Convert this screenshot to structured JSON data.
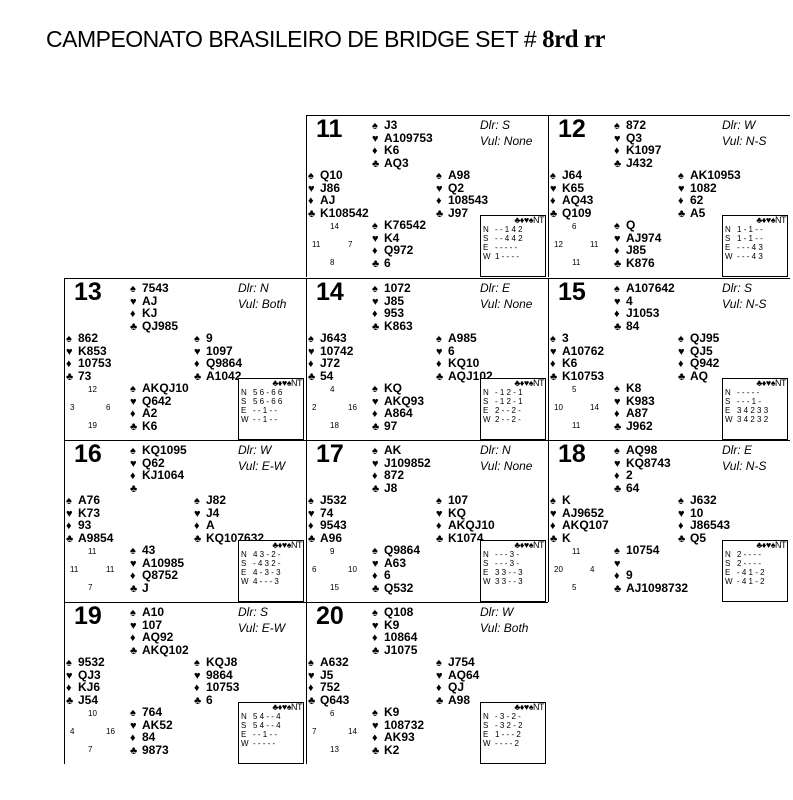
{
  "page": {
    "title": "CAMPEONATO BRASILEIRO DE BRIDGE SET # ",
    "title_tail": "8rd rr",
    "dd_header": "♣♦♥♠NT",
    "suit_icons": [
      "♠",
      "♥",
      "♦",
      "♣"
    ]
  },
  "boards": [
    {
      "number": "11",
      "dlr": "Dlr: S",
      "vul": "Vul: None",
      "north": [
        "J3",
        "A109753",
        "K6",
        "AQ3"
      ],
      "west": [
        "Q10",
        "J86",
        "AJ",
        "K108542"
      ],
      "east": [
        "A98",
        "Q2",
        "108543",
        "J97"
      ],
      "south": [
        "K76542",
        "K4",
        "Q972",
        "6"
      ],
      "hcp": {
        "n": "14",
        "w": "11",
        "e": "7",
        "s": "8"
      },
      "dd": [
        {
          "l": "N",
          "v": "- - 1 4 2"
        },
        {
          "l": "S",
          "v": "- - 4 4 2"
        },
        {
          "l": "E",
          "v": "- - - - -"
        },
        {
          "l": "W",
          "v": "1 - - - -"
        }
      ]
    },
    {
      "number": "12",
      "dlr": "Dlr: W",
      "vul": "Vul: N-S",
      "north": [
        "872",
        "Q3",
        "K1097",
        "J432"
      ],
      "west": [
        "J64",
        "K65",
        "AQ43",
        "Q109"
      ],
      "east": [
        "AK10953",
        "1082",
        "62",
        "A5"
      ],
      "south": [
        "Q",
        "AJ974",
        "J85",
        "K876"
      ],
      "hcp": {
        "n": "6",
        "w": "12",
        "e": "11",
        "s": "11"
      },
      "dd": [
        {
          "l": "N",
          "v": "1 - 1 - -"
        },
        {
          "l": "S",
          "v": "1 - 1 - -"
        },
        {
          "l": "E",
          "v": "- - - 4 3"
        },
        {
          "l": "W",
          "v": "- - - 4 3"
        }
      ]
    },
    {
      "number": "13",
      "dlr": "Dlr: N",
      "vul": "Vul: Both",
      "north": [
        "7543",
        "AJ",
        "KJ",
        "QJ985"
      ],
      "west": [
        "862",
        "K853",
        "10753",
        "73"
      ],
      "east": [
        "9",
        "1097",
        "Q9864",
        "A1042"
      ],
      "south": [
        "AKQJ10",
        "Q642",
        "A2",
        "K6"
      ],
      "hcp": {
        "n": "12",
        "w": "3",
        "e": "6",
        "s": "19"
      },
      "dd": [
        {
          "l": "N",
          "v": "5 6 - 6 6"
        },
        {
          "l": "S",
          "v": "5 6 - 6 6"
        },
        {
          "l": "E",
          "v": "- - 1 - -"
        },
        {
          "l": "W",
          "v": "- - 1 - -"
        }
      ]
    },
    {
      "number": "14",
      "dlr": "Dlr: E",
      "vul": "Vul: None",
      "north": [
        "1072",
        "J85",
        "953",
        "K863"
      ],
      "west": [
        "J643",
        "10742",
        "J72",
        "54"
      ],
      "east": [
        "A985",
        "6",
        "KQ10",
        "AQJ102"
      ],
      "south": [
        "KQ",
        "AKQ93",
        "A864",
        "97"
      ],
      "hcp": {
        "n": "4",
        "w": "2",
        "e": "16",
        "s": "18"
      },
      "dd": [
        {
          "l": "N",
          "v": "- 1 2 - 1"
        },
        {
          "l": "S",
          "v": "- 1 2 - 1"
        },
        {
          "l": "E",
          "v": "2 - - 2 -"
        },
        {
          "l": "W",
          "v": "2 - - 2 -"
        }
      ]
    },
    {
      "number": "15",
      "dlr": "Dlr: S",
      "vul": "Vul: N-S",
      "north": [
        "A107642",
        "4",
        "J1053",
        "84"
      ],
      "west": [
        "3",
        "A10762",
        "K6",
        "K10753"
      ],
      "east": [
        "QJ95",
        "QJ5",
        "Q942",
        "AQ"
      ],
      "south": [
        "K8",
        "K983",
        "A87",
        "J962"
      ],
      "hcp": {
        "n": "5",
        "w": "10",
        "e": "14",
        "s": "11"
      },
      "dd": [
        {
          "l": "N",
          "v": "- - - - -"
        },
        {
          "l": "S",
          "v": "- - - 1 -"
        },
        {
          "l": "E",
          "v": "3 4 2 3 3"
        },
        {
          "l": "W",
          "v": "3 4 2 3 2"
        }
      ]
    },
    {
      "number": "16",
      "dlr": "Dlr: W",
      "vul": "Vul: E-W",
      "north": [
        "KQ1095",
        "Q62",
        "KJ1064",
        ""
      ],
      "west": [
        "A76",
        "K73",
        "93",
        "A9854"
      ],
      "east": [
        "J82",
        "J4",
        "A",
        "KQ107632"
      ],
      "south": [
        "43",
        "A10985",
        "Q8752",
        "J"
      ],
      "hcp": {
        "n": "11",
        "w": "11",
        "e": "11",
        "s": "7"
      },
      "dd": [
        {
          "l": "N",
          "v": "4 3 - 2 -"
        },
        {
          "l": "S",
          "v": "- 4 3 2 -"
        },
        {
          "l": "E",
          "v": "4 - 3 - 3"
        },
        {
          "l": "W",
          "v": "4 - - - 3"
        }
      ]
    },
    {
      "number": "17",
      "dlr": "Dlr: N",
      "vul": "Vul: None",
      "north": [
        "AK",
        "J109852",
        "872",
        "J8"
      ],
      "west": [
        "J532",
        "74",
        "9543",
        "A96"
      ],
      "east": [
        "107",
        "KQ",
        "AKQJ10",
        "K1074"
      ],
      "south": [
        "Q9864",
        "A63",
        "6",
        "Q532"
      ],
      "hcp": {
        "n": "9",
        "w": "6",
        "e": "10",
        "s": "15"
      },
      "dd": [
        {
          "l": "N",
          "v": "- - - 3 -"
        },
        {
          "l": "S",
          "v": "- - - 3 -"
        },
        {
          "l": "E",
          "v": "3 3 - - 3"
        },
        {
          "l": "W",
          "v": "3 3 - - 3"
        }
      ]
    },
    {
      "number": "18",
      "dlr": "Dlr: E",
      "vul": "Vul: N-S",
      "north": [
        "AQ98",
        "KQ8743",
        "2",
        "64"
      ],
      "west": [
        "K",
        "AJ9652",
        "AKQ107",
        "K"
      ],
      "east": [
        "J632",
        "10",
        "J86543",
        "Q5"
      ],
      "south": [
        "10754",
        "",
        "9",
        "AJ1098732"
      ],
      "hcp": {
        "n": "11",
        "w": "20",
        "e": "4",
        "s": "5"
      },
      "dd": [
        {
          "l": "N",
          "v": "2 - - - -"
        },
        {
          "l": "S",
          "v": "2 - - - -"
        },
        {
          "l": "E",
          "v": "- 4 1 - 2"
        },
        {
          "l": "W",
          "v": "- 4 1 - 2"
        }
      ]
    },
    {
      "number": "19",
      "dlr": "Dlr: S",
      "vul": "Vul: E-W",
      "north": [
        "A10",
        "107",
        "AQ92",
        "AKQ102"
      ],
      "west": [
        "9532",
        "QJ3",
        "KJ6",
        "J54"
      ],
      "east": [
        "KQJ8",
        "9864",
        "10753",
        "6"
      ],
      "south": [
        "764",
        "AK52",
        "84",
        "9873"
      ],
      "hcp": {
        "n": "10",
        "w": "4",
        "e": "16",
        "s": "7"
      },
      "dd": [
        {
          "l": "N",
          "v": "5 4 - - 4"
        },
        {
          "l": "S",
          "v": "5 4 - - 4"
        },
        {
          "l": "E",
          "v": "- - 1 - -"
        },
        {
          "l": "W",
          "v": "- - - - -"
        }
      ]
    },
    {
      "number": "20",
      "dlr": "Dlr: W",
      "vul": "Vul: Both",
      "north": [
        "Q108",
        "K9",
        "10864",
        "J1075"
      ],
      "west": [
        "A632",
        "J5",
        "752",
        "Q643"
      ],
      "east": [
        "J754",
        "AQ64",
        "QJ",
        "A98"
      ],
      "south": [
        "K9",
        "108732",
        "AK93",
        "K2"
      ],
      "hcp": {
        "n": "6",
        "w": "7",
        "e": "14",
        "s": "13"
      },
      "dd": [
        {
          "l": "N",
          "v": "- 3 - 2 -"
        },
        {
          "l": "S",
          "v": "- 3 2 - 2"
        },
        {
          "l": "E",
          "v": "1 - - - 2"
        },
        {
          "l": "W",
          "v": "- - - - 2"
        }
      ]
    }
  ]
}
